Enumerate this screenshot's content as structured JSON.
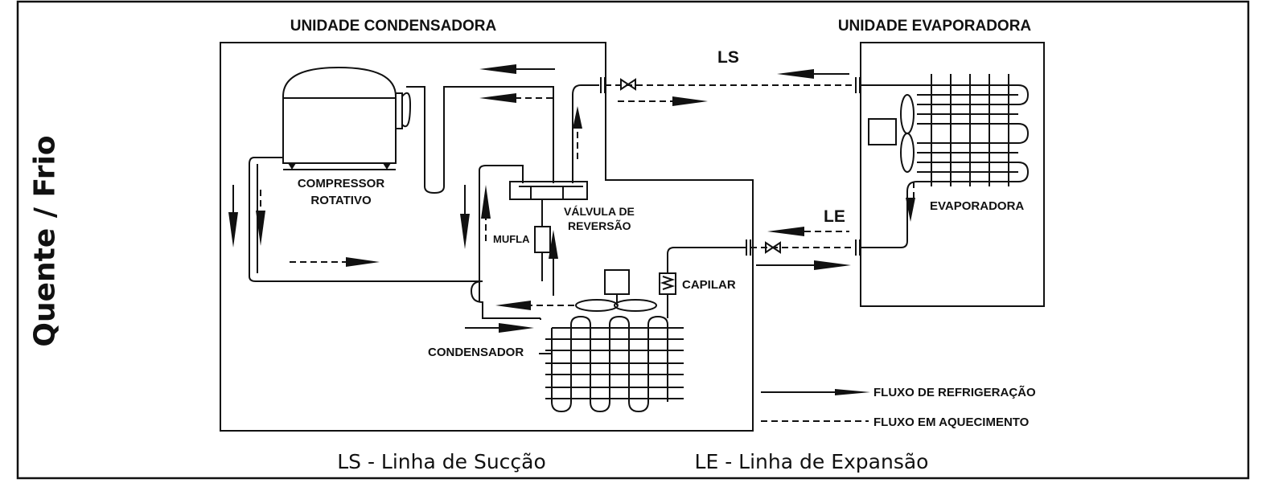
{
  "side_title": "Quente / Frio",
  "units": {
    "condensing": "UNIDADE CONDENSADORA",
    "evaporating": "UNIDADE EVAPORADORA"
  },
  "components": {
    "compressor_line1": "COMPRESSOR",
    "compressor_line2": "ROTATIVO",
    "valve_line1": "VÁLVULA DE",
    "valve_line2": "REVERSÃO",
    "muffler": "MUFLA",
    "capillary": "CAPILAR",
    "condenser": "CONDENSADOR",
    "evaporator": "EVAPORADORA"
  },
  "lines": {
    "suction_tag": "LS",
    "expansion_tag": "LE"
  },
  "legend": {
    "cooling": "FLUXO DE REFRIGERAÇÃO",
    "heating": "FLUXO EM AQUECIMENTO"
  },
  "captions": {
    "suction": "LS - Linha de Sucção",
    "expansion": "LE - Linha de Expansão"
  }
}
